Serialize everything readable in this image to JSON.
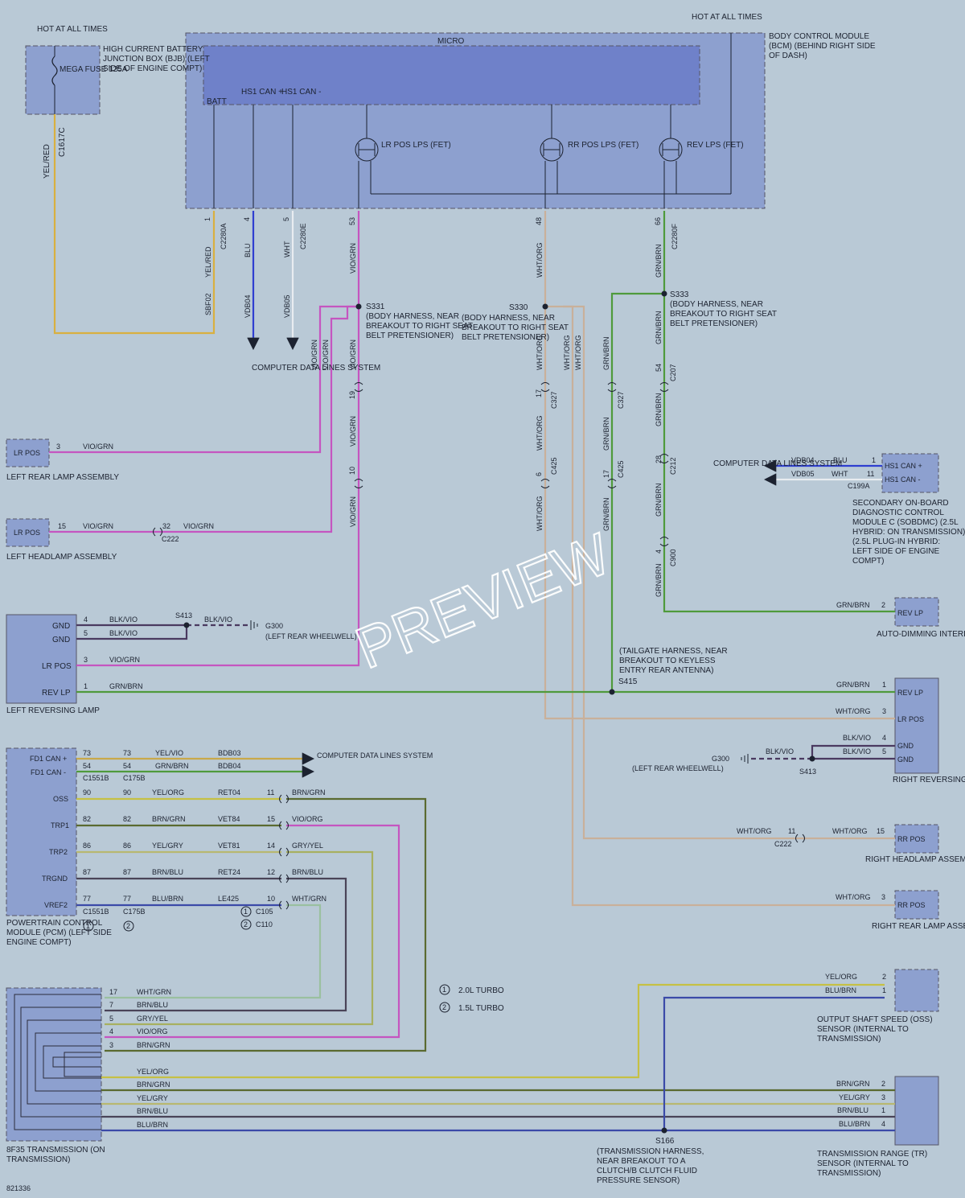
{
  "colors": {
    "background": "#b9c9d6",
    "module_fill": "#8da0cf",
    "micro_fill": "#6f81c9",
    "yel_red": "#d9b040",
    "blu": "#2f3fd0",
    "wht": "#e8ecf0",
    "vio_grn": "#c555c0",
    "wht_org": "#c9b09a",
    "grn_brn": "#4f9a3c",
    "blk_vio": "#4a3a60",
    "yel_vio": "#c9a94a",
    "brn_grn": "#5a6a30",
    "yel_org": "#c6c044",
    "yel_gry": "#b8b870",
    "brn_blu": "#4a4458",
    "blu_brn": "#3b4aa8",
    "wht_grn": "#9ac0a0",
    "gry_yel": "#a8b060"
  },
  "watermark": "PREVIEW",
  "figure_id": "821336",
  "hot_at_all_times": "HOT AT ALL TIMES",
  "bjb": {
    "title": "HIGH CURRENT BATTERY JUNCTION BOX (BJB) (LEFT SIDE OF ENGINE COMPT)",
    "fuse": "MEGA FUSE 125A",
    "connector": "C1617C",
    "wire": "YEL/RED"
  },
  "bcm": {
    "title": "BODY CONTROL MODULE (BCM) (BEHIND RIGHT SIDE OF DASH)",
    "micro": "MICRO",
    "batt": "BATT",
    "hs1_can_plus": "HS1 CAN +",
    "hs1_can_minus": "HS1 CAN -",
    "lr_pos_lps": "LR POS LPS (FET)",
    "rr_pos_lps": "RR POS LPS (FET)",
    "rev_lps": "REV LPS (FET)",
    "pins": [
      "1",
      "4",
      "5",
      "53",
      "48",
      "66"
    ],
    "c2280a": "C2280A",
    "c2280e": "C2280E",
    "c2280f": "C2280F"
  },
  "wires": {
    "yel_red": "YEL/RED",
    "blu": "BLU",
    "wht": "WHT",
    "vio_grn": "VIO/GRN",
    "wht_org": "WHT/ORG",
    "grn_brn": "GRN/BRN",
    "sbf02": "SBF02",
    "vdb04": "VDB04",
    "vdb05": "VDB05"
  },
  "computer_data_lines": "COMPUTER DATA LINES SYSTEM",
  "splices": {
    "s331": "S331",
    "s331_desc": "(BODY HARNESS, NEAR BREAKOUT TO RIGHT SEAT BELT PRETENSIONER)",
    "s330": "S330",
    "s330_desc": "(BODY HARNESS, NEAR BREAKOUT TO RIGHT SEAT BELT PRETENSIONER)",
    "s333": "S333",
    "s333_desc": "(BODY HARNESS, NEAR BREAKOUT TO RIGHT SEAT BELT PRETENSIONER)",
    "s413": "S413",
    "s415": "S415",
    "s415_desc": "(TAILGATE HARNESS, NEAR BREAKOUT TO KEYLESS ENTRY REAR ANTENNA)",
    "s166": "S166",
    "s166_desc": "(TRANSMISSION HARNESS, NEAR BREAKOUT TO A CLUTCH/B CLUTCH FLUID PRESSURE SENSOR)"
  },
  "connectors": {
    "c327": "C327",
    "c425": "C425",
    "c207": "C207",
    "c212": "C212",
    "c900": "C900",
    "c222": "C222",
    "c199a": "C199A",
    "c1551b": "C1551B",
    "c175b": "C175B",
    "c105": "C105",
    "c110": "C110",
    "pin_19": "19",
    "pin_10": "10",
    "pin_17": "17",
    "pin_6": "6",
    "pin_54": "54",
    "pin_28": "28",
    "pin_4": "4"
  },
  "left_rear_lamp": {
    "label": "LR POS",
    "title": "LEFT REAR LAMP ASSEMBLY",
    "pin": "3",
    "wire": "VIO/GRN"
  },
  "left_headlamp": {
    "label": "LR POS",
    "title": "LEFT HEADLAMP ASSEMBLY",
    "pin": "15",
    "wire": "VIO/GRN",
    "c222_pin": "32",
    "wire2": "VIO/GRN"
  },
  "left_reversing_lamp": {
    "title": "LEFT REVERSING LAMP",
    "pins": [
      {
        "label": "GND",
        "pin": "4",
        "wire": "BLK/VIO"
      },
      {
        "label": "GND",
        "pin": "5",
        "wire": "BLK/VIO"
      },
      {
        "label": "LR POS",
        "pin": "3",
        "wire": "VIO/GRN"
      },
      {
        "label": "REV LP",
        "pin": "1",
        "wire": "GRN/BRN"
      }
    ],
    "s413_wire": "BLK/VIO",
    "ground": "G300",
    "ground_desc": "(LEFT REAR WHEELWELL)"
  },
  "sobdmc": {
    "title": "SECONDARY ON-BOARD DIAGNOSTIC CONTROL MODULE C (SOBDMC) (2.5L HYBRID: ON TRANSMISSION) (2.5L PLUG-IN HYBRID: LEFT SIDE OF ENGINE COMPT)",
    "can_plus": "HS1 CAN +",
    "can_minus": "HS1 CAN -",
    "pin_plus": "1",
    "pin_minus": "11",
    "vdb04": "VDB04",
    "vdb05": "VDB05",
    "blu": "BLU",
    "wht": "WHT"
  },
  "mirror": {
    "label": "REV LP",
    "title": "AUTO-DIMMING INTERIOR MIRROR",
    "pin": "2",
    "wire": "GRN/BRN"
  },
  "right_reversing_lamp": {
    "title": "RIGHT REVERSING LAMP",
    "pins": [
      {
        "label": "REV LP",
        "pin": "1",
        "wire": "GRN/BRN"
      },
      {
        "label": "LR POS",
        "pin": "3",
        "wire": "WHT/ORG"
      },
      {
        "label": "GND",
        "pin": "4",
        "wire": "BLK/VIO"
      },
      {
        "label": "GND",
        "pin": "5",
        "wire": "BLK/VIO"
      }
    ],
    "s413": "S413",
    "ground": "G300",
    "ground_desc": "(LEFT REAR WHEELWELL)",
    "wire": "BLK/VIO"
  },
  "right_headlamp": {
    "label": "RR POS",
    "title": "RIGHT HEADLAMP ASSEMBLY",
    "pin": "15",
    "wire": "WHT/ORG",
    "c222_pin": "11",
    "wire2": "WHT/ORG",
    "c222": "C222"
  },
  "right_rear_lamp": {
    "label": "RR POS",
    "title": "RIGHT REAR LAMP ASSEMBLY",
    "pin": "3",
    "wire": "WHT/ORG"
  },
  "pcm": {
    "title": "POWERTRAIN CONTROL MODULE (PCM) (LEFT SIDE ENGINE COMPT)",
    "rows": [
      {
        "label": "FD1 CAN +",
        "p1": "73",
        "p2": "73",
        "wire": "YEL/VIO",
        "circuit": "BDB03"
      },
      {
        "label": "FD1 CAN -",
        "p1": "54",
        "p2": "54",
        "wire": "GRN/BRN",
        "circuit": "BDB04"
      },
      {
        "label": "OSS",
        "p1": "90",
        "p2": "90",
        "wire": "YEL/ORG",
        "circuit": "RET04",
        "p3": "11",
        "wire3": "BRN/GRN"
      },
      {
        "label": "TRP1",
        "p1": "82",
        "p2": "82",
        "wire": "BRN/GRN",
        "circuit": "VET84",
        "p3": "15",
        "wire3": "VIO/ORG"
      },
      {
        "label": "TRP2",
        "p1": "86",
        "p2": "86",
        "wire": "YEL/GRY",
        "circuit": "VET81",
        "p3": "14",
        "wire3": "GRY/YEL"
      },
      {
        "label": "TRGND",
        "p1": "87",
        "p2": "87",
        "wire": "BRN/BLU",
        "circuit": "RET24",
        "p3": "12",
        "wire3": "BRN/BLU"
      },
      {
        "label": "VREF2",
        "p1": "77",
        "p2": "77",
        "wire": "BLU/BRN",
        "circuit": "LE425",
        "p3": "10",
        "wire3": "WHT/GRN"
      }
    ],
    "c1551b": "C1551B",
    "c175b": "C175B",
    "circle1": "1",
    "circle2": "2",
    "c105": "C105",
    "c110": "C110",
    "cdls": "COMPUTER DATA LINES SYSTEM"
  },
  "notes": [
    {
      "num": "1",
      "text": "2.0L TURBO"
    },
    {
      "num": "2",
      "text": "1.5L TURBO"
    }
  ],
  "transmission": {
    "title": "8F35 TRANSMISSION (ON TRANSMISSION)",
    "upper": [
      {
        "pin": "17",
        "wire": "WHT/GRN"
      },
      {
        "pin": "7",
        "wire": "BRN/BLU"
      },
      {
        "pin": "5",
        "wire": "GRY/YEL"
      },
      {
        "pin": "4",
        "wire": "VIO/ORG"
      },
      {
        "pin": "3",
        "wire": "BRN/GRN"
      }
    ],
    "lower": [
      "YEL/ORG",
      "BRN/GRN",
      "YEL/GRY",
      "BRN/BLU",
      "BLU/BRN"
    ]
  },
  "oss_sensor": {
    "title": "OUTPUT SHAFT SPEED (OSS) SENSOR (INTERNAL TO TRANSMISSION)",
    "pins": [
      {
        "pin": "2",
        "wire": "YEL/ORG"
      },
      {
        "pin": "1",
        "wire": "BLU/BRN"
      }
    ]
  },
  "tr_sensor": {
    "title": "TRANSMISSION RANGE (TR) SENSOR (INTERNAL TO TRANSMISSION)",
    "pins": [
      {
        "pin": "2",
        "wire": "BRN/GRN"
      },
      {
        "pin": "3",
        "wire": "YEL/GRY"
      },
      {
        "pin": "1",
        "wire": "BRN/BLU"
      },
      {
        "pin": "4",
        "wire": "BLU/BRN"
      }
    ]
  }
}
